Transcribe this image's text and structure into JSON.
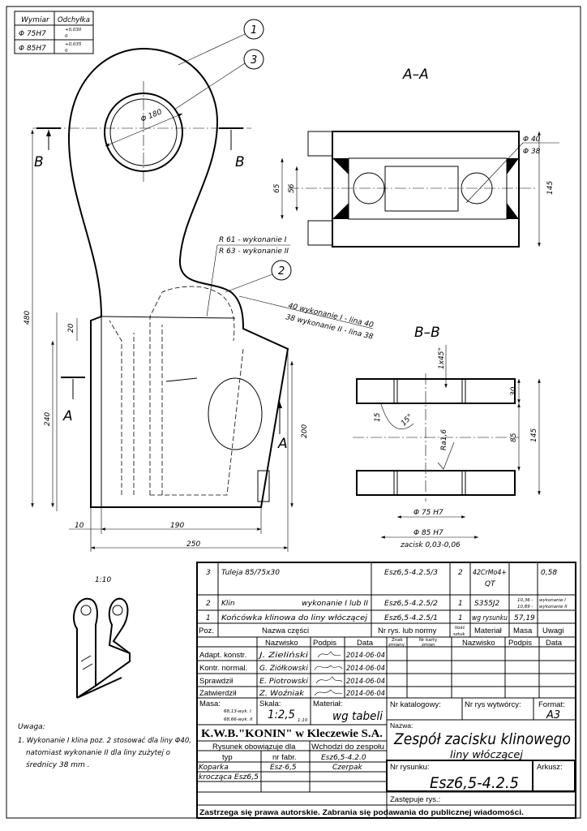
{
  "tolerance_table": {
    "headers": [
      "Wymiar",
      "Odchyłka"
    ],
    "rows": [
      {
        "dim": "Φ 75H7",
        "upper": "+0,030",
        "lower": "0"
      },
      {
        "dim": "Φ 85H7",
        "upper": "+0,035",
        "lower": "0"
      }
    ]
  },
  "main_view": {
    "balloons": [
      "1",
      "3",
      "2"
    ],
    "dia_eye": "Φ 180",
    "section_b_label": "B",
    "section_a_label": "A",
    "radius_note_1": "R 61 - wykonanie I",
    "radius_note_2": "R 63 - wykonanie II",
    "width_note_1": "40 wykonanie I - lina 40",
    "width_note_2": "38 wykonanie II - lina 38",
    "dims": {
      "d480": "480",
      "d20": "20",
      "d240": "240",
      "d200": "200",
      "d10": "10",
      "d190": "190",
      "d250": "250"
    }
  },
  "section_aa": {
    "title": "A–A",
    "dims": {
      "d65": "65",
      "d56": "56",
      "d145": "145",
      "dia40": "Φ 40",
      "dia38": "Φ 38"
    }
  },
  "section_bb": {
    "title": "B–B",
    "chamfer": "1x45°",
    "d15": "15",
    "angle": "15°",
    "roughness": "Ra1,6",
    "d30": "30",
    "d85": "85",
    "d145": "145",
    "dia75": "Φ 75 H7",
    "dia85": "Φ 85 H7",
    "fit": "zacisk 0,03-0,06"
  },
  "iso_view": {
    "scale": "1:10"
  },
  "note": {
    "title": "Uwaga:",
    "lines": [
      "1. Wykonanie I klina poz. 2 stosować dla liny  Φ40,",
      "natomiast wykonanie II dla liny zużytej o",
      "średnicy 38 mm ."
    ]
  },
  "parts_list": {
    "rows": [
      {
        "pos": "3",
        "name": "Tuleja 85/75x30",
        "variant": "",
        "drawing": "Esz6,5-4.2.5/3",
        "qty": "2",
        "material": "42CrMo4+",
        "material2": "QT",
        "mass": "0,58",
        "mass2": "",
        "remarks": "",
        "remarks2": ""
      },
      {
        "pos": "2",
        "name": "Klin",
        "variant": "wykonanie I lub II",
        "drawing": "Esz6,5-4.2.5/2",
        "qty": "1",
        "material": "S355J2",
        "material2": "",
        "mass": "10,36 -",
        "mass2": "10,89 -",
        "remarks": "wykonanie I",
        "remarks2": "wykonanie II"
      },
      {
        "pos": "1",
        "name": "Końcówka klinowa do liny włóczącej",
        "variant": "",
        "drawing": "Esz6,5-4.2.5/1",
        "qty": "1",
        "material": "wg rysunku",
        "material2": "",
        "mass": "57,19",
        "mass2": "",
        "remarks": "",
        "remarks2": ""
      }
    ],
    "headers": {
      "pos": "Poz.",
      "name": "Nazwa części",
      "drawing": "Nr rys. lub normy",
      "qty1": "Ilość",
      "qty2": "sztuk",
      "material": "Materiał",
      "mass": "Masa",
      "remarks": "Uwagi"
    }
  },
  "approvals": {
    "headers": {
      "surname": "Nazwisko",
      "signature": "Podpis",
      "date": "Data",
      "change_mark1": "Znak",
      "change_mark2": "zmiany",
      "change_card1": "Nr karty",
      "change_card2": "zmian",
      "surname2": "Nazwisko",
      "signature2": "Podpis",
      "date2": "Data"
    },
    "rows": [
      {
        "role": "Adapt. konstr.",
        "name": "J. Zieliński",
        "date": "2014-06-04"
      },
      {
        "role": "Kontr. normal.",
        "name": "G. Ziółkowski",
        "date": "2014-06-04"
      },
      {
        "role": "Sprawdził",
        "name": "E. Piotrowski",
        "date": "2014-06-04"
      },
      {
        "role": "Zatwierdził",
        "name": "Z. Woźniak",
        "date": "2014-06-04"
      }
    ]
  },
  "info": {
    "mass_label": "Masa:",
    "mass_1": "68,13-wyk. I",
    "mass_2": "68,66-wyk. II",
    "scale_label": "Skala:",
    "scale": "1:2,5",
    "scale_2": "1:10",
    "material_label": "Materiał:",
    "material": "wg tabeli",
    "catalog_label": "Nr katalogowy:",
    "maker_label": "Nr rys wytwórcy:",
    "format_label": "Format:",
    "format": "A3"
  },
  "company": {
    "name": "K.W.B.\"KONIN\" w Kleczewie S.A.",
    "valid_for": "Rysunek obowiązuje dla",
    "part_of": "Wchodzi do zespołu",
    "type_label": "typ",
    "fab_label": "nr fabr.",
    "assembly": "Esz6,5-4.2.0",
    "type_1": "Koparka",
    "type_2": "krocząca Esz6,5",
    "fab": "Esz-6,5",
    "assembly_2": "Czerpak"
  },
  "title": {
    "name_label": "Nazwa:",
    "name_1": "Zespół zacisku klinowego",
    "name_2": "liny włóczącej",
    "number_label": "Nr rysunku:",
    "number": "Esz6,5-4.2.5",
    "sheet_label": "Arkusz:",
    "replaces_label": "Zastępuje rys.:",
    "copyright": "Zastrzega się prawa autorskie. Zabrania się podawania do publicznej wiadomości."
  }
}
